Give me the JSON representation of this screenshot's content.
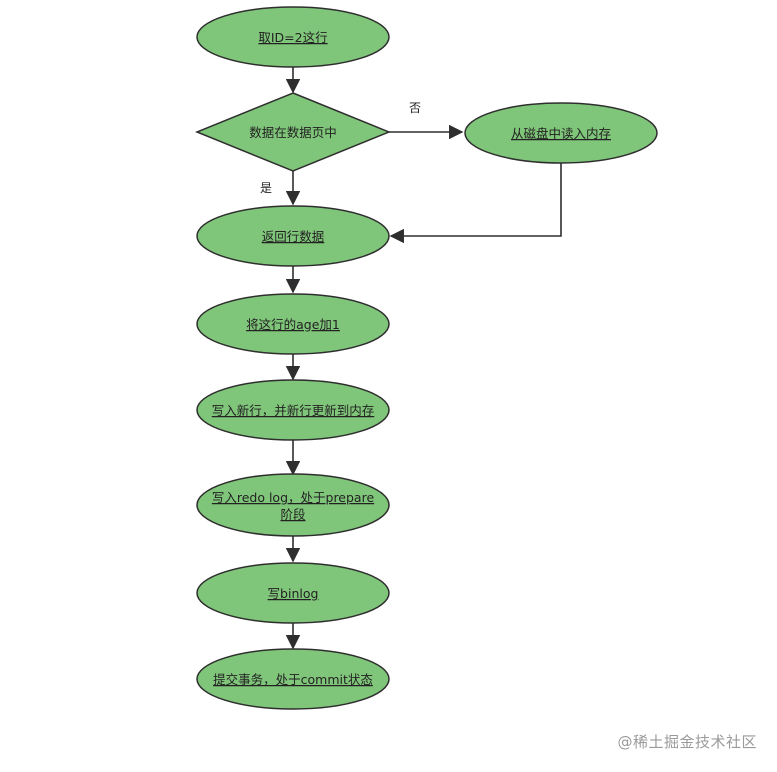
{
  "diagram": {
    "nodes": {
      "take_row": "取ID=2这行",
      "in_page": "数据在数据页中",
      "read_disk": "从磁盘中读入内存",
      "return_row": "返回行数据",
      "add_age": "将这行的age加1",
      "write_new": "写入新行，并新行更新到内存",
      "redo_line1": "写入redo log，处于prepare",
      "redo_line2": "阶段",
      "binlog": "写binlog",
      "commit": "提交事务，处于commit状态"
    },
    "edge_labels": {
      "no": "否",
      "yes": "是"
    }
  },
  "watermark": "@稀土掘金技术社区",
  "colors": {
    "node_fill": "#80c67a",
    "stroke": "#2e2e2e",
    "watermark": "#9a9a9a"
  }
}
